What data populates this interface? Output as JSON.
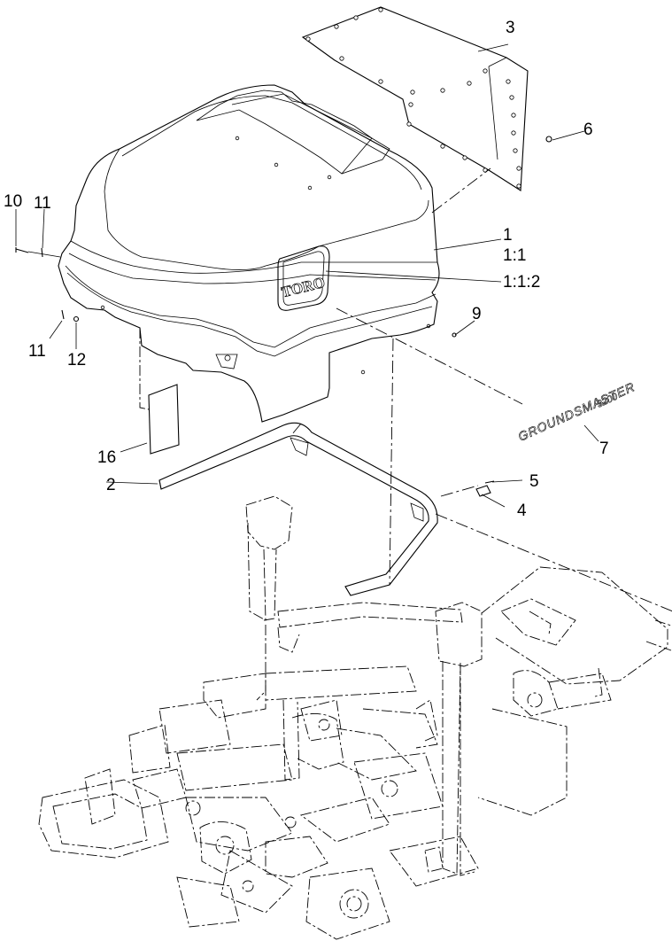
{
  "callouts": {
    "c1": "1",
    "c1_1": "1:1",
    "c1_1_2": "1:1:2",
    "c2": "2",
    "c3": "3",
    "c4": "4",
    "c5": "5",
    "c6": "6",
    "c7": "7",
    "c9": "9",
    "c10": "10",
    "c11a": "11",
    "c11b": "11",
    "c12": "12",
    "c16": "16"
  },
  "logo": {
    "brand": "TORO"
  },
  "decal": {
    "name": "GROUNDSMASTER",
    "model": "3200"
  }
}
